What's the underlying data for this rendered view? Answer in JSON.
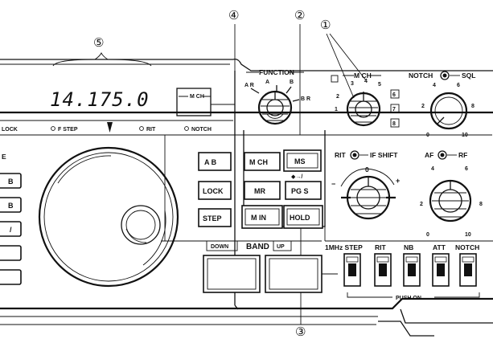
{
  "callouts": [
    "①",
    "②",
    "③",
    "④",
    "⑤"
  ],
  "display": {
    "frequency": "14.175.0",
    "memory_label": "M CH"
  },
  "indicators": {
    "lock": "LOCK",
    "fstep": "F STEP",
    "rit": "RIT",
    "notch": "NOTCH"
  },
  "edge_label": "E",
  "edge_keys": [
    "B",
    "B",
    "/",
    "",
    ""
  ],
  "function": {
    "title": "FUNCTION",
    "positions": [
      "A R",
      "A",
      "B",
      "B R"
    ]
  },
  "mch": {
    "title": "M CH",
    "scale": [
      "1",
      "2",
      "3",
      "4",
      "5"
    ],
    "boxes": [
      "6",
      "7",
      "8"
    ]
  },
  "notch_sql": {
    "notch": "NOTCH",
    "sql": "SQL",
    "scale": [
      "0",
      "2",
      "4",
      "6",
      "8",
      "10"
    ]
  },
  "rit_shift": {
    "rit": "RIT",
    "shift": "IF SHIFT",
    "zero": "0",
    "minus": "−",
    "plus": "+"
  },
  "af_rf": {
    "af": "AF",
    "rf": "RF",
    "scale": [
      "0",
      "2",
      "4",
      "6",
      "8",
      "10"
    ]
  },
  "keys": {
    "ab": "A B",
    "mch": "M CH",
    "ms": "MS",
    "arrow": "◆→/",
    "lock": "LOCK",
    "mr": "MR",
    "pgs": "PG S",
    "step": "STEP",
    "min": "M IN",
    "hold": "HOLD"
  },
  "band": {
    "down": "DOWN",
    "title": "BAND",
    "up": "UP"
  },
  "switches": [
    "1MHz STEP",
    "RIT",
    "NB",
    "ATT",
    "NOTCH"
  ],
  "push_on": "PUSH  ON"
}
